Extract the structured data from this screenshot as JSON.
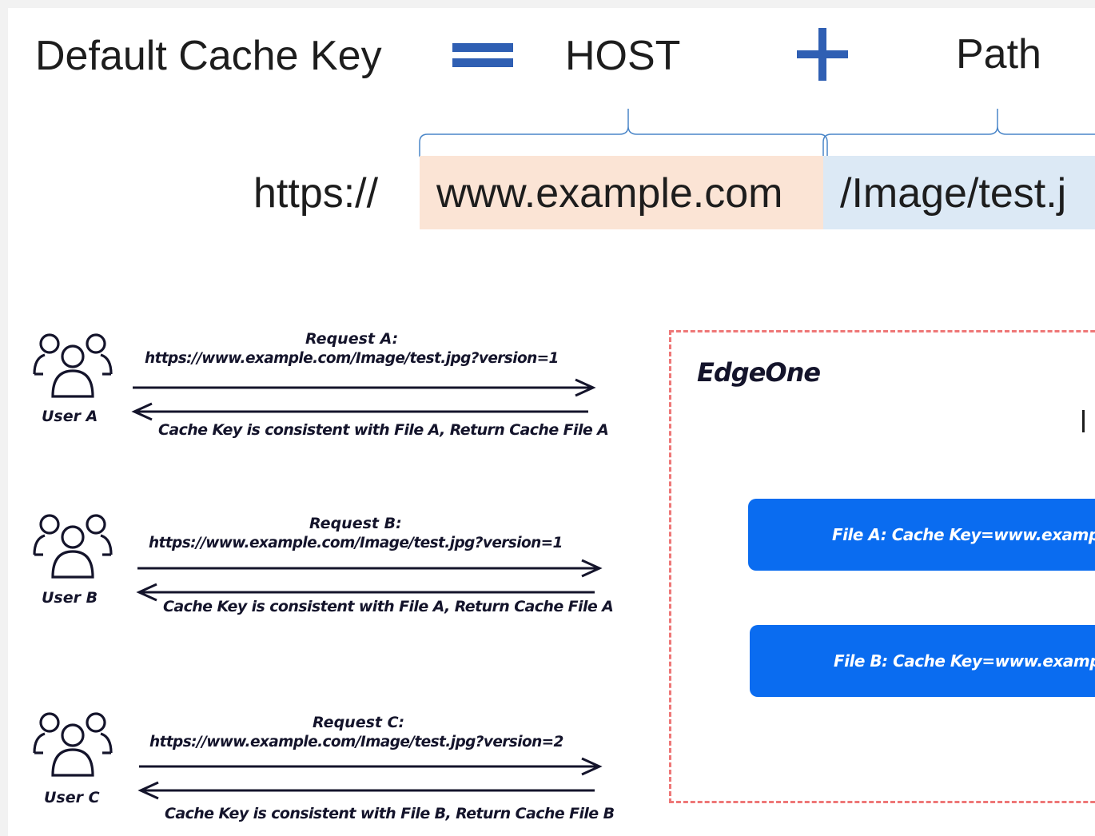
{
  "formula": {
    "title": "Default Cache Key",
    "host": "HOST",
    "path": "Path"
  },
  "url": {
    "scheme": "https://",
    "host": "www.example.com",
    "path": "/Image/test.j"
  },
  "requests": [
    {
      "user": "User A",
      "title": "Request A:",
      "url": "https://www.example.com/Image/test.jpg?version=1",
      "response": "Cache Key is consistent with File A, Return Cache File A"
    },
    {
      "user": "User B",
      "title": "Request B:",
      "url": "https://www.example.com/Image/test.jpg?version=1",
      "response": "Cache Key is consistent with File A, Return Cache File A"
    },
    {
      "user": "User C",
      "title": "Request C:",
      "url": "https://www.example.com/Image/test.jpg?version=2",
      "response": "Cache Key is consistent with File B, Return Cache File B"
    }
  ],
  "edgeone": {
    "title": "EdgeOne",
    "files": [
      "File A:  Cache Key=www.examp",
      "File B:  Cache Key=www.examp"
    ]
  },
  "colors": {
    "host_bg": "#fbe4d5",
    "path_bg": "#dce9f5",
    "operator": "#2f5fb3",
    "file_button": "#0a6cf0",
    "dashed_border": "#ee7777",
    "arrow": "#14142b"
  },
  "icons": [
    "equals-icon",
    "plus-icon",
    "users-icon"
  ]
}
